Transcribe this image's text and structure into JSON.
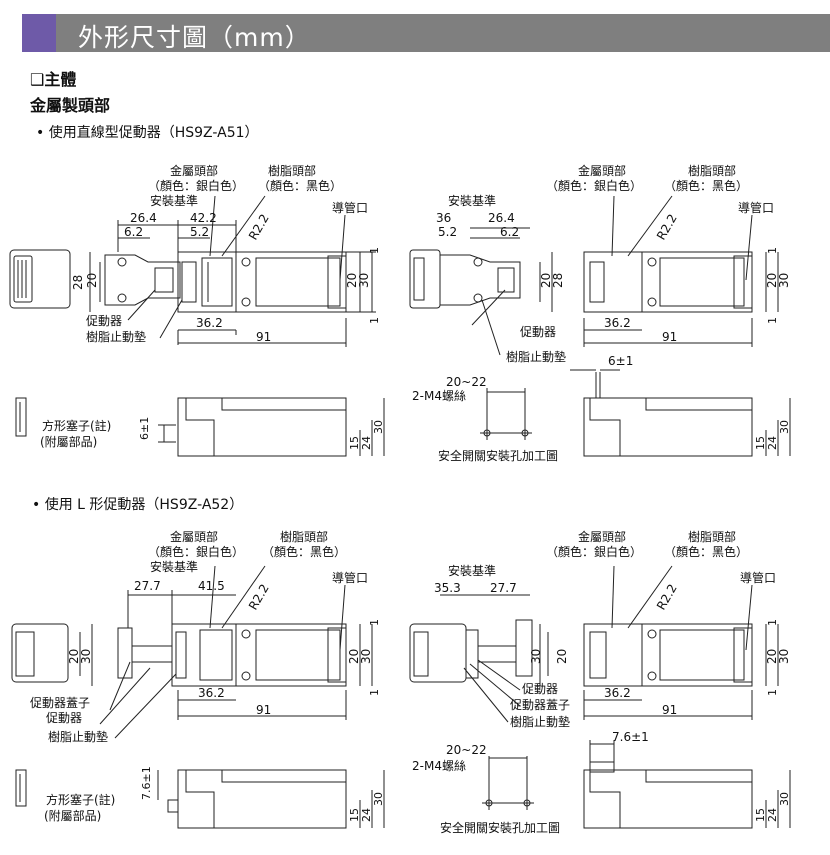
{
  "header": {
    "title": "外形尺寸圖（mm）"
  },
  "sections": {
    "main_body": "❑主體",
    "metal_head": "金屬製頭部",
    "straight_actuator": "•  使用直線型促動器（HS9Z-A51）",
    "l_actuator": "• 使用 L 形促動器（HS9Z-A52）"
  },
  "labels": {
    "metal_head": "金屬頭部",
    "color_silver": "（顏色：銀白色）",
    "resin_head": "樹脂頭部",
    "color_black": "（顏色：黑色）",
    "mount_ref": "安裝基準",
    "conduit": "導管口",
    "actuator": "促動器",
    "resin_stop": "樹脂止動墊",
    "actuator_cover": "促動器蓋子",
    "square_plug": "方形塞子(註)",
    "accessory": "(附屬部品)",
    "screw": "2-M4螺絲",
    "hole_diagram": "安全開關安裝孔加工圖",
    "r22": "R2.2"
  },
  "dims": {
    "d26_4": "26.4",
    "d42_2": "42.2",
    "d6_2": "6.2",
    "d5_2": "5.2",
    "d36": "36",
    "d36_2": "36.2",
    "d91": "91",
    "d28": "28",
    "d20": "20",
    "d30": "30",
    "d1": "1",
    "d15": "15",
    "d24": "24",
    "d6pm1": "6±1",
    "d20_22": "20~22",
    "d27_7": "27.7",
    "d41_5": "41.5",
    "d35_3": "35.3",
    "d7_6pm1": "7.6±1"
  }
}
